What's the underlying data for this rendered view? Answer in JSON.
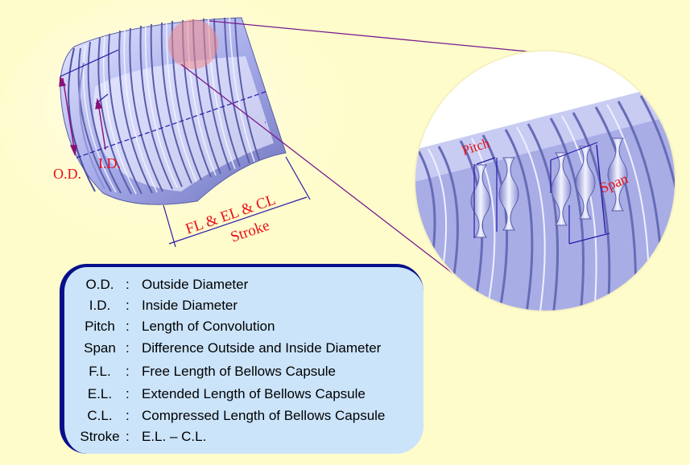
{
  "diagram": {
    "labels": {
      "od": "O.D.",
      "id": "I.D.",
      "length": "FL & EL & CL",
      "stroke": "Stroke",
      "pitch": "Pitch",
      "span": "Span"
    },
    "legend": [
      {
        "term": "O.D.",
        "colon": ":",
        "definition": "Outside Diameter"
      },
      {
        "term": "I.D.",
        "colon": ":",
        "definition": "Inside Diameter"
      },
      {
        "term": "Pitch",
        "colon": ":",
        "definition": "Length of Convolution"
      },
      {
        "term": "Span",
        "colon": ":",
        "definition": "Difference Outside and Inside Diameter"
      },
      {
        "term": "F.L.",
        "colon": ":",
        "definition": "Free Length of Bellows Capsule"
      },
      {
        "term": "E.L.",
        "colon": ":",
        "definition": "Extended Length of Bellows Capsule"
      },
      {
        "term": "C.L.",
        "colon": ":",
        "definition": "Compressed Length of Bellows Capsule"
      },
      {
        "term": "Stroke",
        "colon": ":",
        "definition": "E.L. – C.L."
      }
    ]
  },
  "colors": {
    "background": "#fffccc",
    "dimension_line": "#2a1aa8",
    "label_red": "#e8101a",
    "legend_fill": "#cbe4fa",
    "legend_border": "#07108a",
    "bellows_metal": "#a9aee6"
  }
}
